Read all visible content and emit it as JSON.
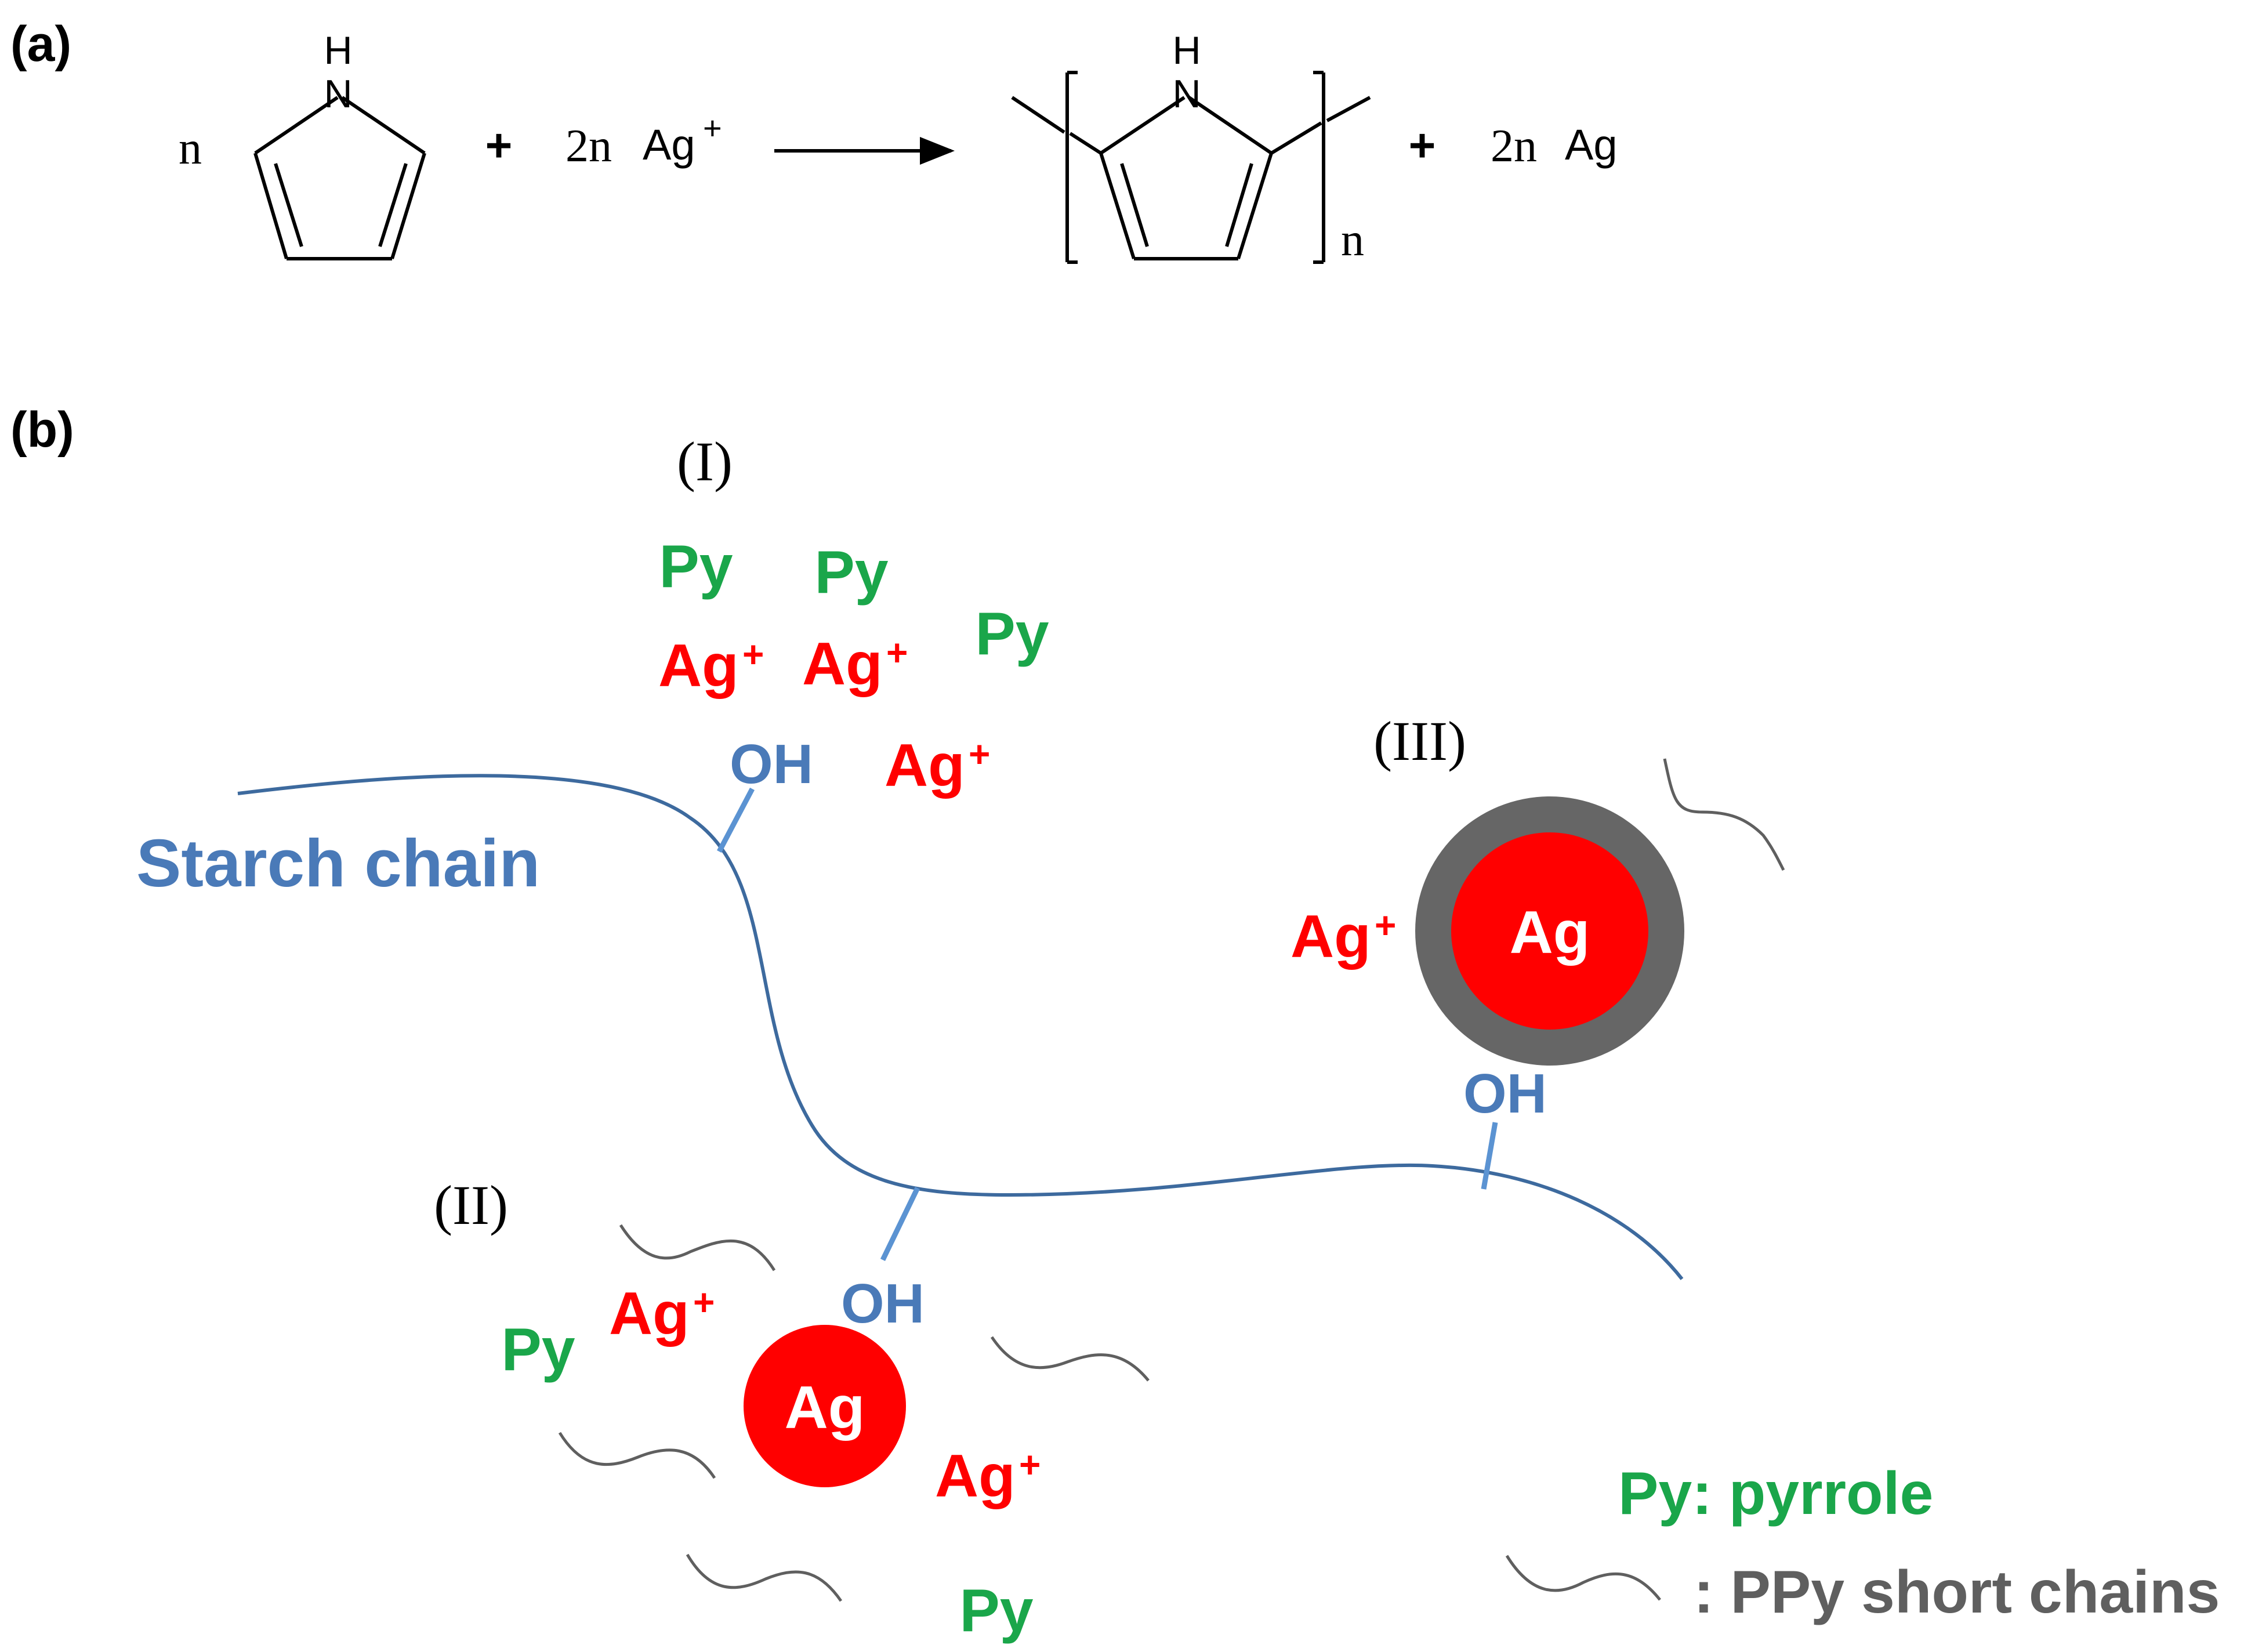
{
  "panel_a": {
    "label": "(a)",
    "coef_n_left": "n",
    "nh_h": "H",
    "nh_n": "N",
    "plus1": "+",
    "reagent_coef": "2n",
    "reagent": "Ag",
    "reagent_charge": "+",
    "polymer_h": "H",
    "polymer_n": "N",
    "subscript_n": "n",
    "plus2": "+",
    "product_coef": "2n",
    "product": "Ag"
  },
  "panel_b": {
    "label": "(b)",
    "stage_1": "(I)",
    "stage_2": "(II)",
    "stage_3": "(III)",
    "starch_label": "Starch chain",
    "oh_1": "OH",
    "oh_2": "OH",
    "oh_3": "OH",
    "py_1": "Py",
    "py_2": "Py",
    "py_3": "Py",
    "py_4": "Py",
    "py_5": "Py",
    "ag_ion_1": "Ag",
    "ag_ion_2": "Ag",
    "ag_ion_3": "Ag",
    "ag_ion_4": "Ag",
    "ag_ion_5": "Ag",
    "ag_ion_6": "Ag",
    "plus": "+",
    "ag_particle_2": "Ag",
    "ag_particle_3": "Ag"
  },
  "legend": {
    "py_def": "Py: pyrrole",
    "ppy_def": ": PPy short chains"
  },
  "colors": {
    "green": "#1aa64a",
    "red": "#ff0000",
    "blue_text": "#4a7ab8",
    "starch_line": "#3d6a9e",
    "oh_bond": "#5b93d2",
    "shell": "#666666",
    "gray_text": "#5f5f5f",
    "black": "#000000"
  }
}
